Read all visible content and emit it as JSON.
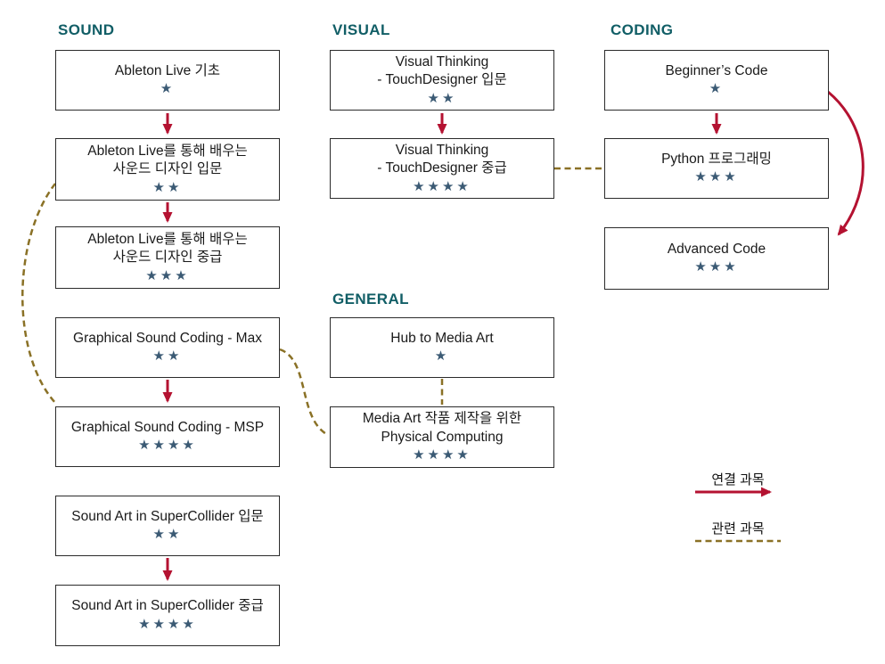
{
  "diagram": {
    "columns": {
      "sound": {
        "header": "SOUND"
      },
      "visual": {
        "header": "VISUAL"
      },
      "coding": {
        "header": "CODING"
      },
      "general": {
        "header": "GENERAL"
      }
    },
    "nodes": {
      "ableton_basic": {
        "lines": [
          "Ableton Live 기초"
        ],
        "stars": "★"
      },
      "ableton_sd_intro": {
        "lines": [
          "Ableton Live를 통해 배우는",
          "사운드 디자인 입문"
        ],
        "stars": "★★"
      },
      "ableton_sd_inter": {
        "lines": [
          "Ableton Live를 통해 배우는",
          "사운드 디자인 중급"
        ],
        "stars": "★★★"
      },
      "gsc_max": {
        "lines": [
          "Graphical Sound Coding - Max"
        ],
        "stars": "★★"
      },
      "gsc_msp": {
        "lines": [
          "Graphical Sound Coding - MSP"
        ],
        "stars": "★★★★"
      },
      "supercollider_intro": {
        "lines": [
          "Sound Art in SuperCollider 입문"
        ],
        "stars": "★★"
      },
      "supercollider_inter": {
        "lines": [
          "Sound Art in SuperCollider 중급"
        ],
        "stars": "★★★★"
      },
      "touchdesigner_intro": {
        "lines": [
          "Visual Thinking",
          "- TouchDesigner 입문"
        ],
        "stars": "★★"
      },
      "touchdesigner_inter": {
        "lines": [
          "Visual Thinking",
          "- TouchDesigner 중급"
        ],
        "stars": "★★★★"
      },
      "hub_to_media_art": {
        "lines": [
          "Hub to Media Art"
        ],
        "stars": "★"
      },
      "physical_computing": {
        "lines": [
          "Media Art 작품 제작을 위한",
          "Physical Computing"
        ],
        "stars": "★★★★"
      },
      "beginners_code": {
        "lines": [
          "Beginner’s Code"
        ],
        "stars": "★"
      },
      "python_programming": {
        "lines": [
          "Python 프로그래밍"
        ],
        "stars": "★★★"
      },
      "advanced_code": {
        "lines": [
          "Advanced Code"
        ],
        "stars": "★★★"
      }
    },
    "edges": [
      {
        "from": "ableton_basic",
        "to": "ableton_sd_intro",
        "type": "connected"
      },
      {
        "from": "ableton_sd_intro",
        "to": "ableton_sd_inter",
        "type": "connected"
      },
      {
        "from": "gsc_max",
        "to": "gsc_msp",
        "type": "connected"
      },
      {
        "from": "supercollider_intro",
        "to": "supercollider_inter",
        "type": "connected"
      },
      {
        "from": "touchdesigner_intro",
        "to": "touchdesigner_inter",
        "type": "connected"
      },
      {
        "from": "beginners_code",
        "to": "python_programming",
        "type": "connected"
      },
      {
        "from": "beginners_code",
        "to": "advanced_code",
        "type": "connected"
      },
      {
        "from": "ableton_sd_intro",
        "to": "gsc_msp",
        "type": "related"
      },
      {
        "from": "gsc_max",
        "to": "physical_computing",
        "type": "related"
      },
      {
        "from": "touchdesigner_inter",
        "to": "python_programming",
        "type": "related"
      },
      {
        "from": "hub_to_media_art",
        "to": "physical_computing",
        "type": "related"
      }
    ],
    "legend": {
      "connected_label": "연결 과목",
      "related_label": "관련 과목"
    },
    "colors": {
      "header": "#115e66",
      "star": "#3b5a74",
      "connected_arrow": "#b41231",
      "related_line": "#8a7126",
      "box_border": "#2b2b2b",
      "text": "#1a1a1a",
      "background": "#ffffff"
    }
  }
}
